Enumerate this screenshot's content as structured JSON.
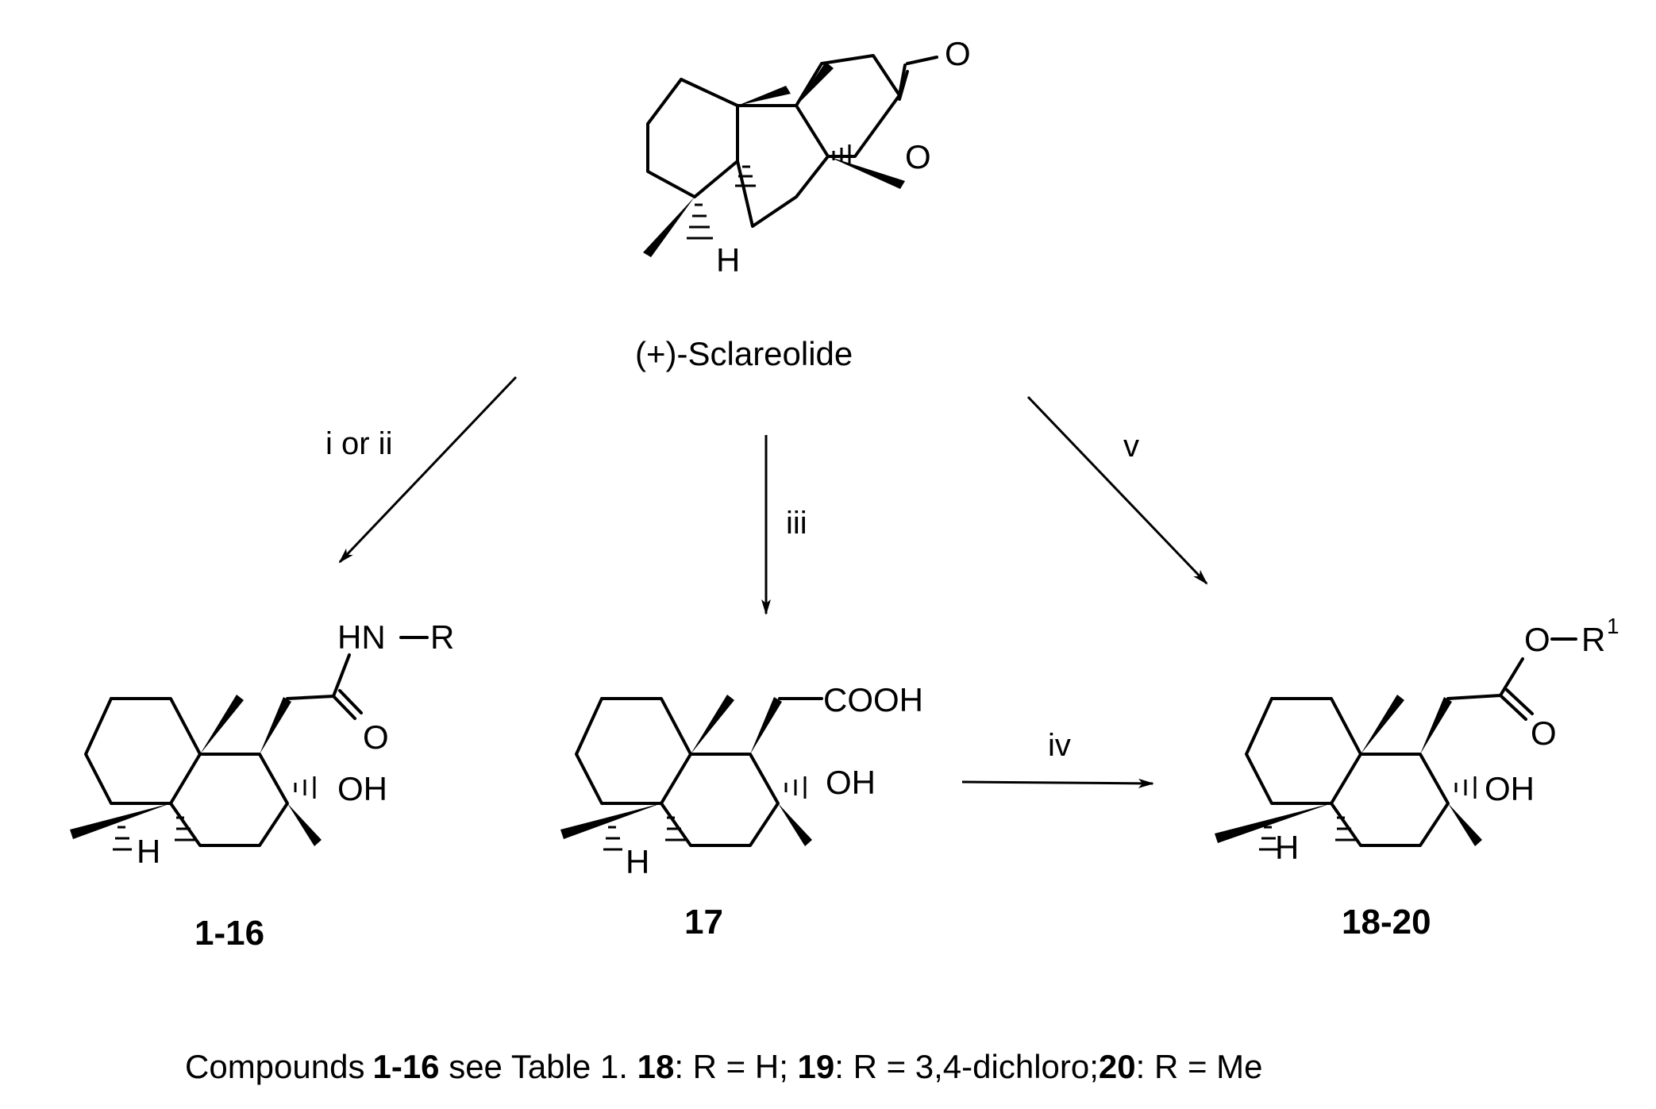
{
  "scheme": {
    "starting_material": {
      "name": "(+)-Sclareolide"
    },
    "reagents": {
      "to_amides": "i or ii",
      "to_acid": "iii",
      "to_esters": "v",
      "acid_to_esters": "iv"
    },
    "compounds": {
      "amides": {
        "label": "1-16",
        "substituent": "HN",
        "r_group": "R",
        "carbonyl": "O",
        "hydroxyl": "OH",
        "hydrogen": "H"
      },
      "acid": {
        "label": "17",
        "acid_group": "COOH",
        "hydroxyl": "OH",
        "hydrogen": "H"
      },
      "esters": {
        "label": "18-20",
        "ester_oxygen": "O",
        "r_group": "R",
        "r_superscript": "1",
        "carbonyl": "O",
        "hydroxyl": "OH",
        "hydrogen": "H"
      }
    },
    "sclareolide_atoms": {
      "ring_oxygen": "O",
      "carbonyl": "O",
      "hydrogen": "H"
    }
  },
  "caption": {
    "t1": "Compounds",
    "b1": "1-16",
    "t2": " see Table 1. ",
    "b2": "18",
    "t3": ": R = H; ",
    "b3": "19",
    "t4": ": R = 3,4-dichloro;",
    "b4": "20",
    "t5": ": R = Me"
  }
}
